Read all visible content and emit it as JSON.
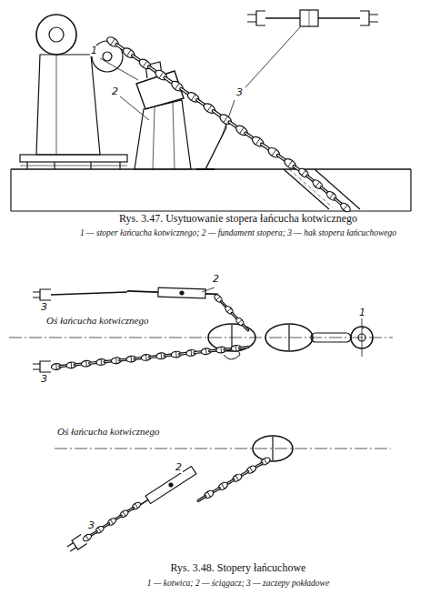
{
  "diagram": {
    "labels": [
      "1",
      "2",
      "3",
      "Rys. 3.47. Usytuowanie stopera łańcucha kotwicznego",
      "1 — stoper łańcucha kotwicznego; 2 — fundament stopera; 3 — hak stopera łańcuchowego",
      "2",
      "3",
      "Oś łańcucha kotwicznego",
      "1",
      "3",
      "Oś łańcucha kotwicznego",
      "2",
      "3",
      "Rys. 3.48. Stopery łańcuchowe",
      "1 — kotwica; 2 — ściągacz; 3 — zaczepy pokładowe"
    ]
  }
}
